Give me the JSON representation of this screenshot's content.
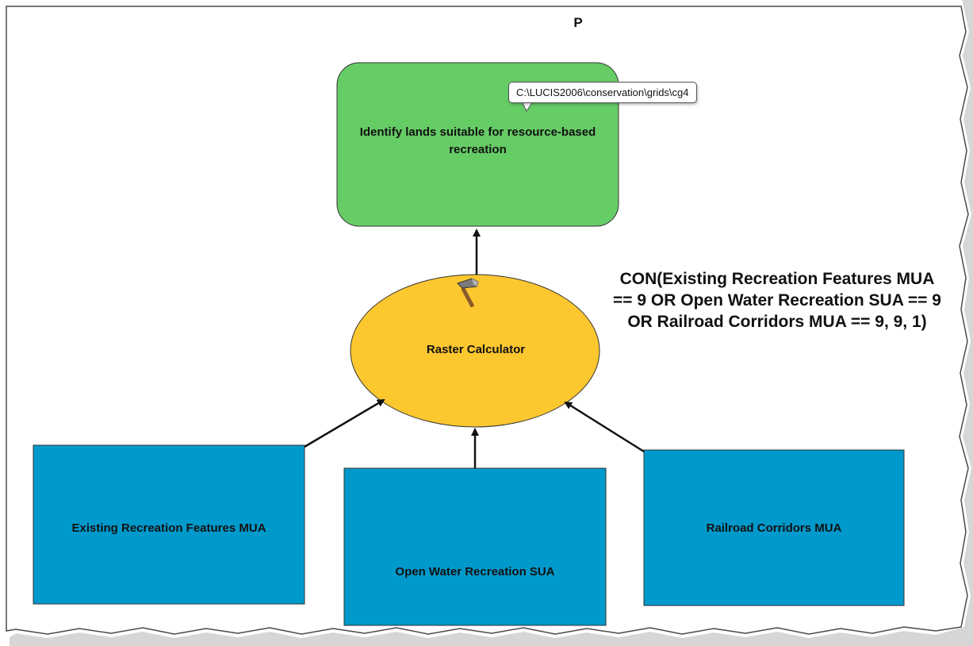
{
  "page": {
    "label": "P"
  },
  "output_node": {
    "label": "Identify lands suitable for resource-based recreation",
    "tooltip": "C:\\LUCIS2006\\conservation\\grids\\cg4"
  },
  "tool_node": {
    "label": "Raster Calculator",
    "icon": "hammer-icon"
  },
  "expression": "CON(Existing Recreation Features MUA == 9 OR Open Water Recreation SUA == 9 OR Railroad Corridors MUA == 9, 9, 1)",
  "inputs": [
    {
      "label": "Existing Recreation Features MUA"
    },
    {
      "label": "Open Water Recreation SUA"
    },
    {
      "label": "Railroad Corridors MUA"
    }
  ],
  "colors": {
    "output_fill": "#66cc66",
    "tool_fill": "#fdc730",
    "input_fill": "#0099cc",
    "connector": "#111111"
  }
}
